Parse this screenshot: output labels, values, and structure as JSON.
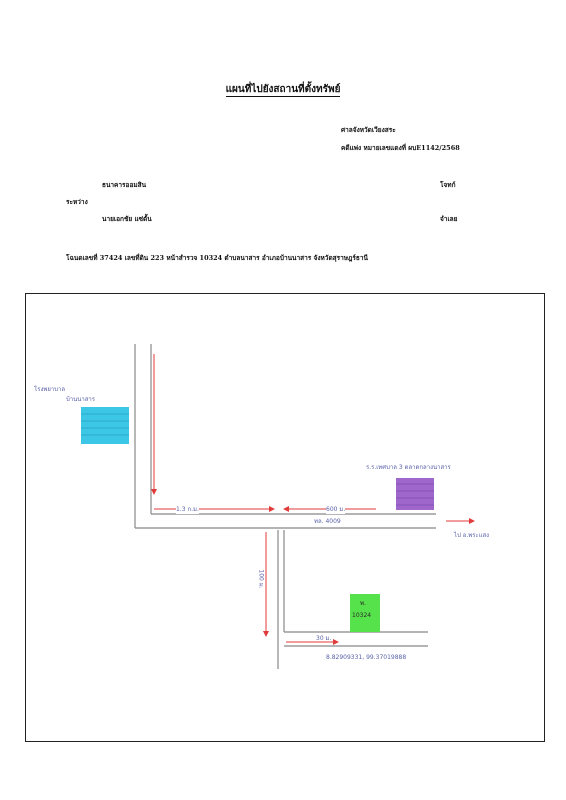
{
  "header": {
    "title": "แผนที่ไปยังสถานที่ตั้งทรัพย์"
  },
  "court_info": {
    "court": "ศาลจังหวัดเวียงสระ",
    "case_number": "คดีแพ่ง หมายเลขแดงที่ ผบE1142/2568"
  },
  "parties": {
    "plaintiff_name": "ธนาคารออมสิน",
    "plaintiff_role": "โจทก์",
    "between": "ระหว่าง",
    "defendant_name": "นายเอกชัย แซ่ตั้น",
    "defendant_role": "จำเลย"
  },
  "property": {
    "description": "โฉนดเลขที่ 37424 เลขที่ดิน 223 หน้าสำรวจ 10324 ตำบลนาสาร อำเภอบ้านนาสาร จังหวัดสุราษฎร์ธานี"
  },
  "map": {
    "label_school": "โรงพยาบาล",
    "label_school_sub": "บ้านนาสาร",
    "label_office": "ร.ร.เทศบาล 3 ตลาดกลางนาสาร",
    "label_dist_left": "1.3 ก.ม.",
    "label_dist_right": "600 ม.",
    "label_road": "ทล. 4009",
    "label_direction": "ไป อ.พระแสง",
    "label_dist_vertical": "100 ม.",
    "label_dist_bottom": "30 ม.",
    "label_property_top": "พ.",
    "label_property_id": "10324",
    "label_coordinates": "8.82909331, 99.37019888",
    "colors": {
      "cyan_building": "#33c4e6",
      "purple_building": "#9a5ec9",
      "green_property": "#56e24a",
      "road_line": "#888888",
      "arrow": "#e03a3a",
      "ink": "#5a62a8"
    }
  }
}
